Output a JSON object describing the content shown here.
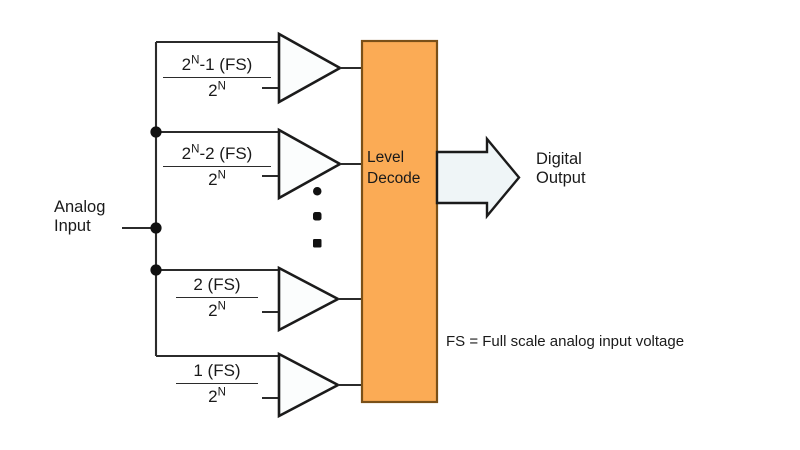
{
  "diagram": {
    "title_text_present": false,
    "colors": {
      "decoder_fill": "#fbab55",
      "decoder_stroke": "#7a5018",
      "line": "#2b2b2b",
      "comparator_fill": "#fbfdfd",
      "arrow_fill": "#eff5f7",
      "background": "#ffffff",
      "text": "#1a1a1a"
    },
    "input": {
      "label_line1": "Analog",
      "label_line2": "Input"
    },
    "output": {
      "label_line1": "Digital",
      "label_line2": "Output"
    },
    "decoder": {
      "label_line1": "Level",
      "label_line2": "Decode"
    },
    "note": "FS = Full scale analog input voltage",
    "ellipsis_dots": 3,
    "taps": [
      {
        "id": "tap-1",
        "numerator_base": "2",
        "numerator_exponent": "N",
        "numerator_rest": "-1 (FS)",
        "denominator_base": "2",
        "denominator_exponent": "N"
      },
      {
        "id": "tap-2",
        "numerator_base": "2",
        "numerator_exponent": "N",
        "numerator_rest": "-2 (FS)",
        "denominator_base": "2",
        "denominator_exponent": "N"
      },
      {
        "id": "tap-3",
        "numerator_base": "2 (FS)",
        "numerator_exponent": "",
        "numerator_rest": "",
        "denominator_base": "2",
        "denominator_exponent": "N"
      },
      {
        "id": "tap-4",
        "numerator_base": "1 (FS)",
        "numerator_exponent": "",
        "numerator_rest": "",
        "denominator_base": "2",
        "denominator_exponent": "N"
      }
    ],
    "comparators": [
      {
        "id": "comparator-1"
      },
      {
        "id": "comparator-2"
      },
      {
        "id": "comparator-3"
      },
      {
        "id": "comparator-4"
      }
    ]
  }
}
